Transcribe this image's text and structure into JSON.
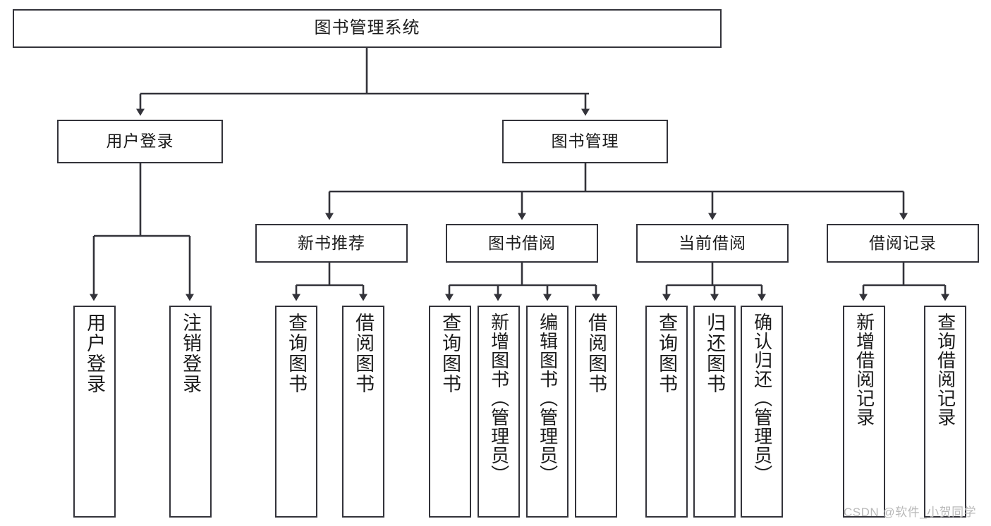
{
  "diagram": {
    "title": "图书管理系统",
    "type": "tree",
    "watermark": "CSDN @软件_小贺同学",
    "colors": {
      "background": "#ffffff",
      "box_border": "#33333a",
      "box_fill": "#ffffff",
      "text": "#1b1b1b",
      "connector": "#33333a",
      "watermark": "#b9b9b9"
    },
    "levels": {
      "root": "图书管理系统",
      "level2": [
        "用户登录",
        "图书管理"
      ],
      "level3": [
        "新书推荐",
        "图书借阅",
        "当前借阅",
        "借阅记录"
      ]
    },
    "nodes": {
      "root": {
        "id": "root",
        "label": "图书管理系统",
        "level": 1,
        "orientation": "horizontal"
      },
      "user_login": {
        "id": "user_login",
        "label": "用户登录",
        "level": 2,
        "orientation": "horizontal"
      },
      "book_mgmt": {
        "id": "book_mgmt",
        "label": "图书管理",
        "level": 2,
        "orientation": "horizontal"
      },
      "new_book_rec": {
        "id": "new_book_rec",
        "label": "新书推荐",
        "level": 3,
        "orientation": "horizontal"
      },
      "book_borrow": {
        "id": "book_borrow",
        "label": "图书借阅",
        "level": 3,
        "orientation": "horizontal"
      },
      "current_borrow": {
        "id": "current_borrow",
        "label": "当前借阅",
        "level": 3,
        "orientation": "horizontal"
      },
      "borrow_record": {
        "id": "borrow_record",
        "label": "借阅记录",
        "level": 3,
        "orientation": "horizontal"
      },
      "leaf_user_login": {
        "id": "leaf_user_login",
        "label": "用户登录",
        "level": 3,
        "orientation": "vertical",
        "parent": "用户登录"
      },
      "leaf_logout": {
        "id": "leaf_logout",
        "label": "注销登录",
        "level": 3,
        "orientation": "vertical",
        "parent": "用户登录"
      },
      "leaf_rec_query": {
        "id": "leaf_rec_query",
        "label": "查询图书",
        "level": 4,
        "orientation": "vertical",
        "parent": "新书推荐"
      },
      "leaf_rec_borrow": {
        "id": "leaf_rec_borrow",
        "label": "借阅图书",
        "level": 4,
        "orientation": "vertical",
        "parent": "新书推荐"
      },
      "leaf_bb_query": {
        "id": "leaf_bb_query",
        "label": "查询图书",
        "level": 4,
        "orientation": "vertical",
        "parent": "图书借阅"
      },
      "leaf_bb_add": {
        "id": "leaf_bb_add",
        "label": "新增图书（管理员）",
        "level": 4,
        "orientation": "vertical",
        "parent": "图书借阅"
      },
      "leaf_bb_edit": {
        "id": "leaf_bb_edit",
        "label": "编辑图书（管理员）",
        "level": 4,
        "orientation": "vertical",
        "parent": "图书借阅"
      },
      "leaf_bb_borrow": {
        "id": "leaf_bb_borrow",
        "label": "借阅图书",
        "level": 4,
        "orientation": "vertical",
        "parent": "图书借阅"
      },
      "leaf_cb_query": {
        "id": "leaf_cb_query",
        "label": "查询图书",
        "level": 4,
        "orientation": "vertical",
        "parent": "当前借阅"
      },
      "leaf_cb_return": {
        "id": "leaf_cb_return",
        "label": "归还图书",
        "level": 4,
        "orientation": "vertical",
        "parent": "当前借阅"
      },
      "leaf_cb_confirm": {
        "id": "leaf_cb_confirm",
        "label": "确认归还（管理员）",
        "level": 4,
        "orientation": "vertical",
        "parent": "当前借阅"
      },
      "leaf_br_add": {
        "id": "leaf_br_add",
        "label": "新增借阅记录",
        "level": 4,
        "orientation": "vertical",
        "parent": "借阅记录"
      },
      "leaf_br_query": {
        "id": "leaf_br_query",
        "label": "查询借阅记录",
        "level": 4,
        "orientation": "vertical",
        "parent": "借阅记录"
      }
    },
    "edges": [
      {
        "from": "图书管理系统",
        "to": "用户登录"
      },
      {
        "from": "图书管理系统",
        "to": "图书管理"
      },
      {
        "from": "用户登录",
        "to": "用户登录(叶)"
      },
      {
        "from": "用户登录",
        "to": "注销登录"
      },
      {
        "from": "图书管理",
        "to": "新书推荐"
      },
      {
        "from": "图书管理",
        "to": "图书借阅"
      },
      {
        "from": "图书管理",
        "to": "当前借阅"
      },
      {
        "from": "图书管理",
        "to": "借阅记录"
      },
      {
        "from": "新书推荐",
        "to": "查询图书"
      },
      {
        "from": "新书推荐",
        "to": "借阅图书"
      },
      {
        "from": "图书借阅",
        "to": "查询图书"
      },
      {
        "from": "图书借阅",
        "to": "新增图书（管理员）"
      },
      {
        "from": "图书借阅",
        "to": "编辑图书（管理员）"
      },
      {
        "from": "图书借阅",
        "to": "借阅图书"
      },
      {
        "from": "当前借阅",
        "to": "查询图书"
      },
      {
        "from": "当前借阅",
        "to": "归还图书"
      },
      {
        "from": "当前借阅",
        "to": "确认归还（管理员）"
      },
      {
        "from": "借阅记录",
        "to": "新增借阅记录"
      },
      {
        "from": "借阅记录",
        "to": "查询借阅记录"
      }
    ]
  }
}
